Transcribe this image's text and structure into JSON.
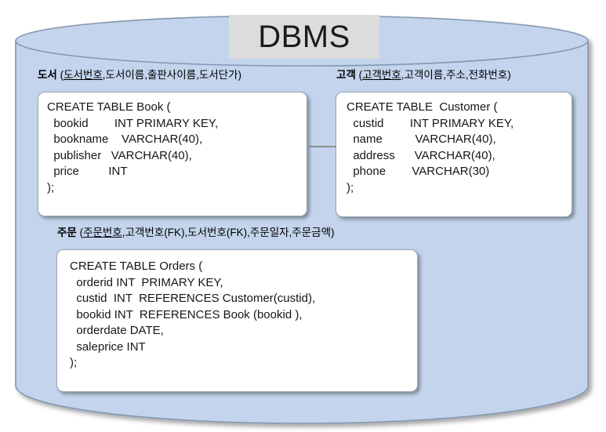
{
  "diagram": {
    "title": "DBMS",
    "container_shape": "cylinder-database",
    "colors": {
      "cylinder_fill": "#c3d4ec",
      "cylinder_stroke": "#8497b0",
      "title_background": "#dcdcdc",
      "box_fill": "#ffffff",
      "box_stroke": "#9aa5b1",
      "connector": "#8e8e8e",
      "text": "#161616"
    },
    "entities": [
      {
        "id": "book",
        "caption_entity": "도서",
        "caption_attributes": "(도서번호,도서이름,출판사이름,도서단가)",
        "caption_pk": "도서번호",
        "caption_rest": ",도서이름,출판사이름,도서단가)",
        "sql": "CREATE TABLE Book (\n  bookid        INT PRIMARY KEY,\n  bookname    VARCHAR(40),\n  publisher   VARCHAR(40),\n  price         INT\n);"
      },
      {
        "id": "customer",
        "caption_entity": "고객",
        "caption_attributes": "(고객번호,고객이름,주소,전화번호)",
        "caption_pk": "고객번호",
        "caption_rest": ",고객이름,주소,전화번호)",
        "sql": "CREATE TABLE  Customer (\n  custid        INT PRIMARY KEY,\n  name          VARCHAR(40),\n  address      VARCHAR(40),\n  phone        VARCHAR(30)\n);"
      },
      {
        "id": "orders",
        "caption_entity": "주문",
        "caption_attributes": "(주문번호,고객번호(FK),도서번호(FK),주문일자,주문금액)",
        "caption_pk": "주문번호",
        "caption_rest": ",고객번호(FK),도서번호(FK),주문일자,주문금액)",
        "sql": "CREATE TABLE Orders (\n  orderid INT  PRIMARY KEY,\n  custid  INT  REFERENCES Customer(custid),\n  bookid INT  REFERENCES Book (bookid ),\n  orderdate DATE,\n  saleprice INT\n);"
      }
    ],
    "connector_label": ""
  }
}
